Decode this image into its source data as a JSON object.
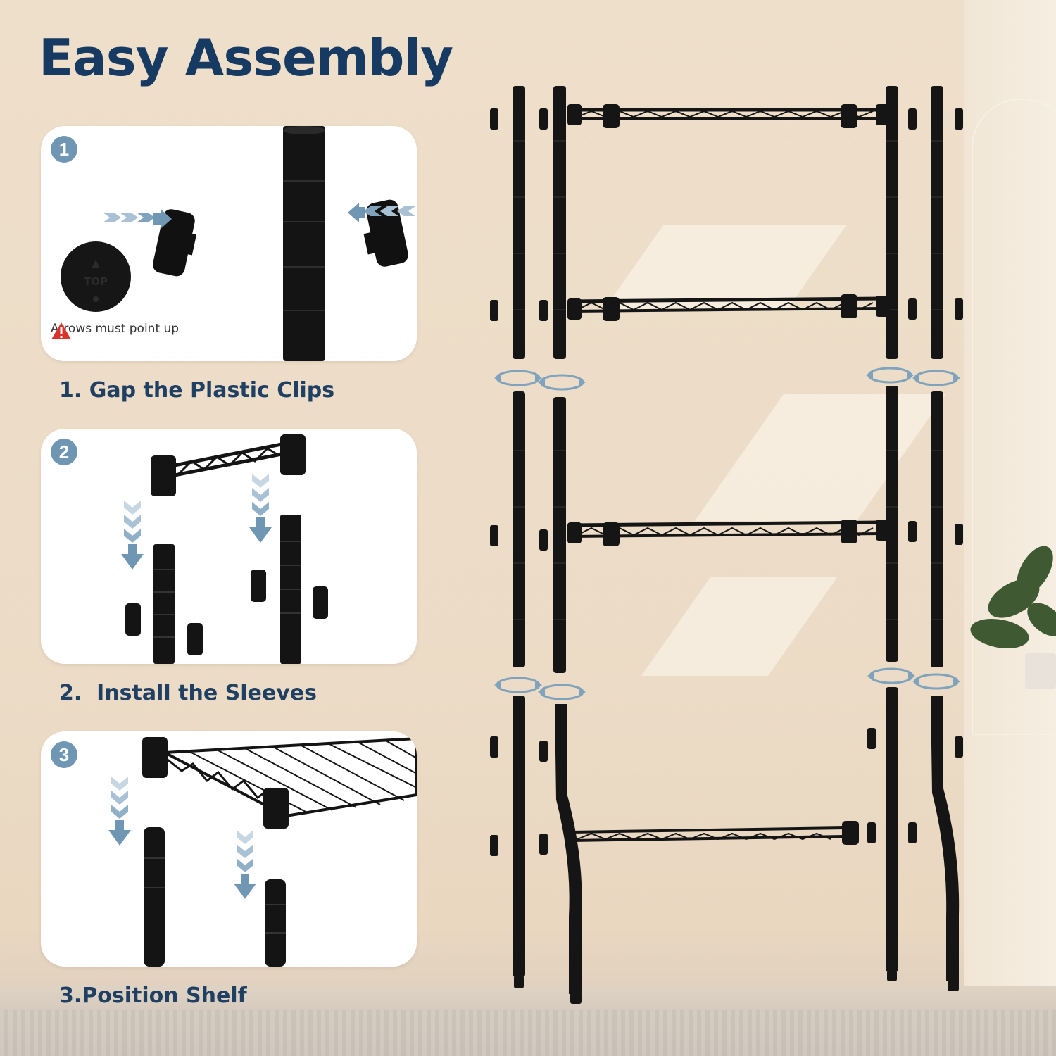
{
  "title": "Easy Assembly",
  "steps": [
    {
      "number": "1",
      "caption": "1. Gap the Plastic Clips",
      "note": "Arrows must point up"
    },
    {
      "number": "2",
      "caption": "2.  Install the Sleeves"
    },
    {
      "number": "3",
      "caption": "3.Position Shelf"
    }
  ],
  "icons": {
    "warning": "warning-triangle-icon",
    "arrow": "chevron-arrow-icon",
    "rotate": "rotate-arrows-icon"
  },
  "colors": {
    "title": "#173a63",
    "caption": "#1f3f63",
    "step_badge": "#6f96b2",
    "arrow": "#7fa2bd",
    "warning": "#d9342b",
    "metal": "#141414"
  },
  "clip_mark": "TOP"
}
